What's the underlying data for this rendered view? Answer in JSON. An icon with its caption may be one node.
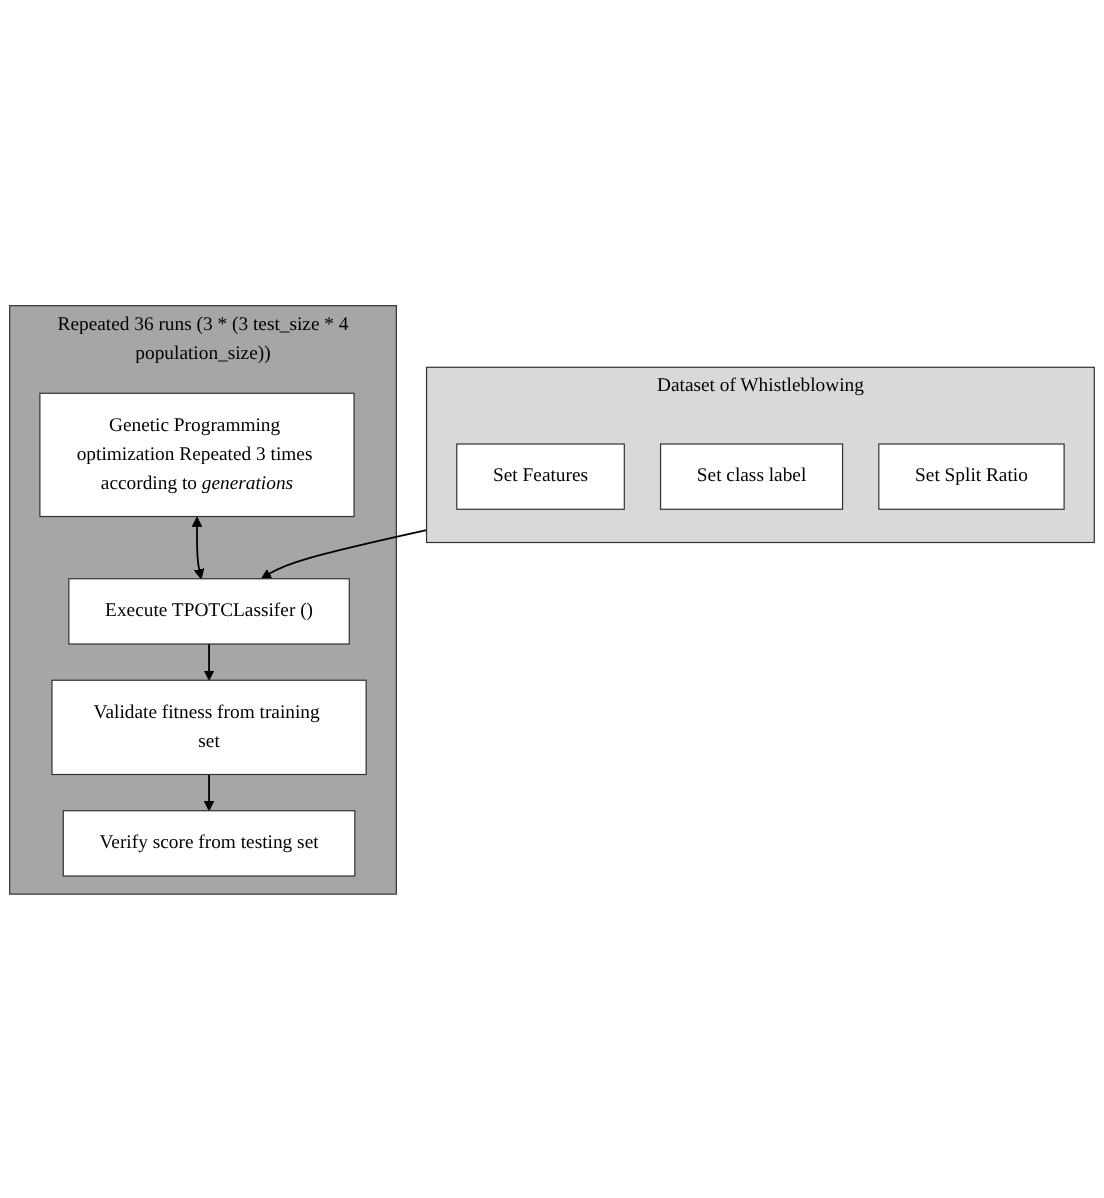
{
  "diagram": {
    "nodes": [
      {
        "text": [
          "Dataset of Whistleblowing"
        ]
      },
      {
        "text": [
          "Set Features"
        ],
        "in": 0
      },
      {
        "text": [
          "Set class label"
        ],
        "in": 0
      },
      {
        "text": [
          "Set Split Ratio"
        ],
        "in": 0
      },
      {
        "text": [
          "Repeated 36 runs (3 * (3 test_size * 4 population_size))"
        ]
      },
      {
        "text": [
          "Genetic Programming optimization Repeated 3 times according to *generations*"
        ],
        "in": 4
      },
      {
        "text": [
          "Execute TPOTCLassifer ()"
        ],
        "in": 4
      },
      {
        "text": [
          "Validate fitness from training set"
        ],
        "in": 4
      },
      {
        "text": [
          "Verify score from testing set"
        ],
        "in": 4
      }
    ],
    "edges": [
      {
        "from": 0,
        "to": 6,
        "arrow": "to"
      },
      {
        "from": 5,
        "to": 6,
        "arrow": "both"
      },
      {
        "from": 6,
        "to": 7,
        "arrow": "to"
      },
      {
        "from": 7,
        "to": 8,
        "arrow": "to"
      }
    ]
  }
}
